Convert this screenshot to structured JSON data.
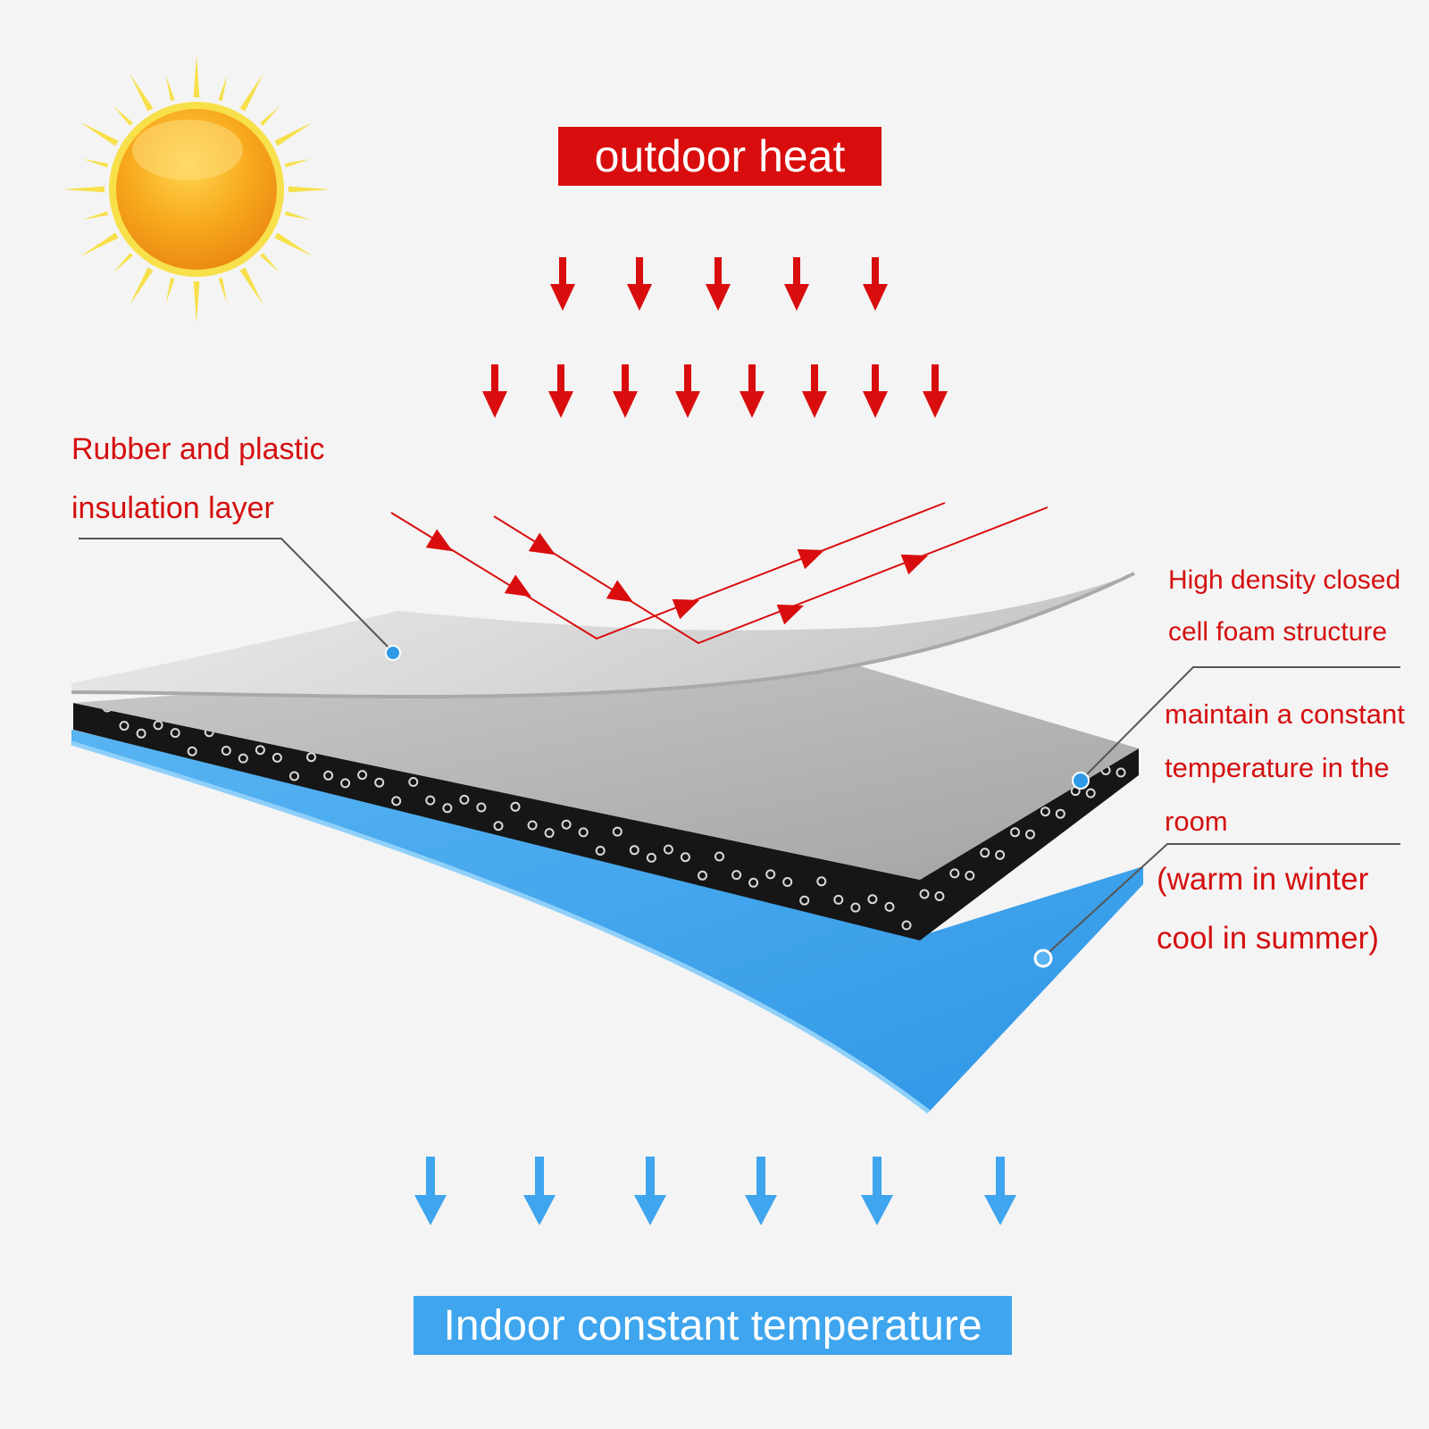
{
  "colors": {
    "background": "#f4f4f4",
    "heat_red": "#d90d0d",
    "label_red": "#d50f0f",
    "cool_blue": "#3ea5ee",
    "foam_black": "#161616",
    "sun_orange": "#f5a21a",
    "sun_rays": "#f7e04a"
  },
  "top_banner": {
    "text": "outdoor heat"
  },
  "bottom_banner": {
    "text": "Indoor constant temperature"
  },
  "labels": {
    "rubber_layer": {
      "line1": "Rubber and plastic",
      "line2": "insulation layer"
    },
    "foam_structure": {
      "line1": "High density closed",
      "line2": "cell foam structure"
    },
    "constant_temperature": {
      "line1": "maintain a constant",
      "line2": "temperature in the",
      "line3": "room"
    },
    "seasonal": {
      "line1": "(warm in winter",
      "line2": "cool in summer)"
    }
  },
  "icons": {
    "sun": "sun-icon",
    "heat_arrow": "red-down-arrow-icon",
    "reflected_heat": "reflection-arrow-icon",
    "cool_arrow": "blue-down-arrow-icon"
  }
}
